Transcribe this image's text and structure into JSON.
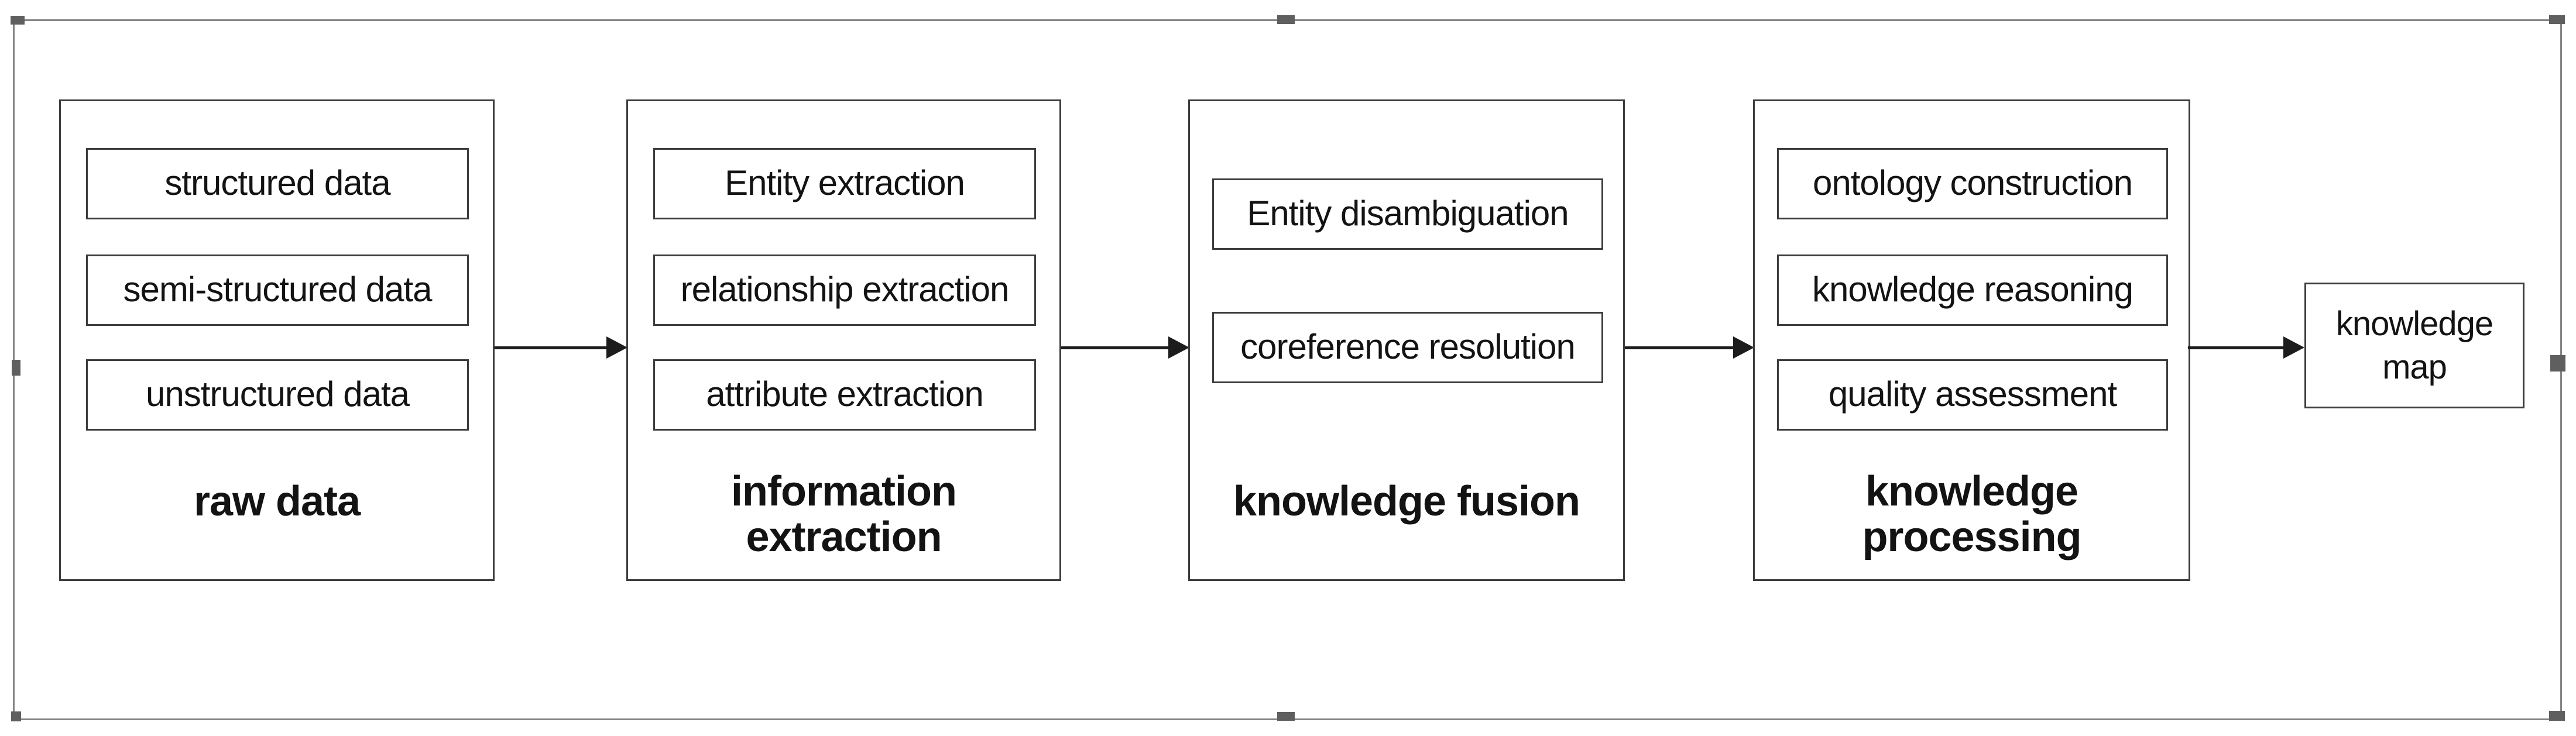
{
  "selection": {
    "handle_positions": [
      "top-left",
      "top-center",
      "top-right",
      "middle-left",
      "middle-right",
      "bottom-left",
      "bottom-center",
      "bottom-right"
    ]
  },
  "diagram": {
    "stages": [
      {
        "label_lines": [
          "raw data",
          ""
        ],
        "items": [
          "structured data",
          "semi-structured data",
          "unstructured data"
        ]
      },
      {
        "label_lines": [
          "information",
          "extraction"
        ],
        "items": [
          "Entity extraction",
          "relationship extraction",
          "attribute extraction"
        ]
      },
      {
        "label_lines": [
          "knowledge fusion",
          ""
        ],
        "items": [
          "Entity disambiguation",
          "coreference resolution"
        ]
      },
      {
        "label_lines": [
          "knowledge",
          "processing"
        ],
        "items": [
          "ontology construction",
          "knowledge reasoning",
          "quality assessment"
        ]
      }
    ],
    "output_box_lines": [
      "knowledge",
      "map"
    ],
    "colors": {
      "shape_border": "#3d3d3d",
      "text": "#131313",
      "frame_border": "#858585",
      "handle": "#5f5f5f",
      "arrow": "#1c1c1c"
    }
  }
}
